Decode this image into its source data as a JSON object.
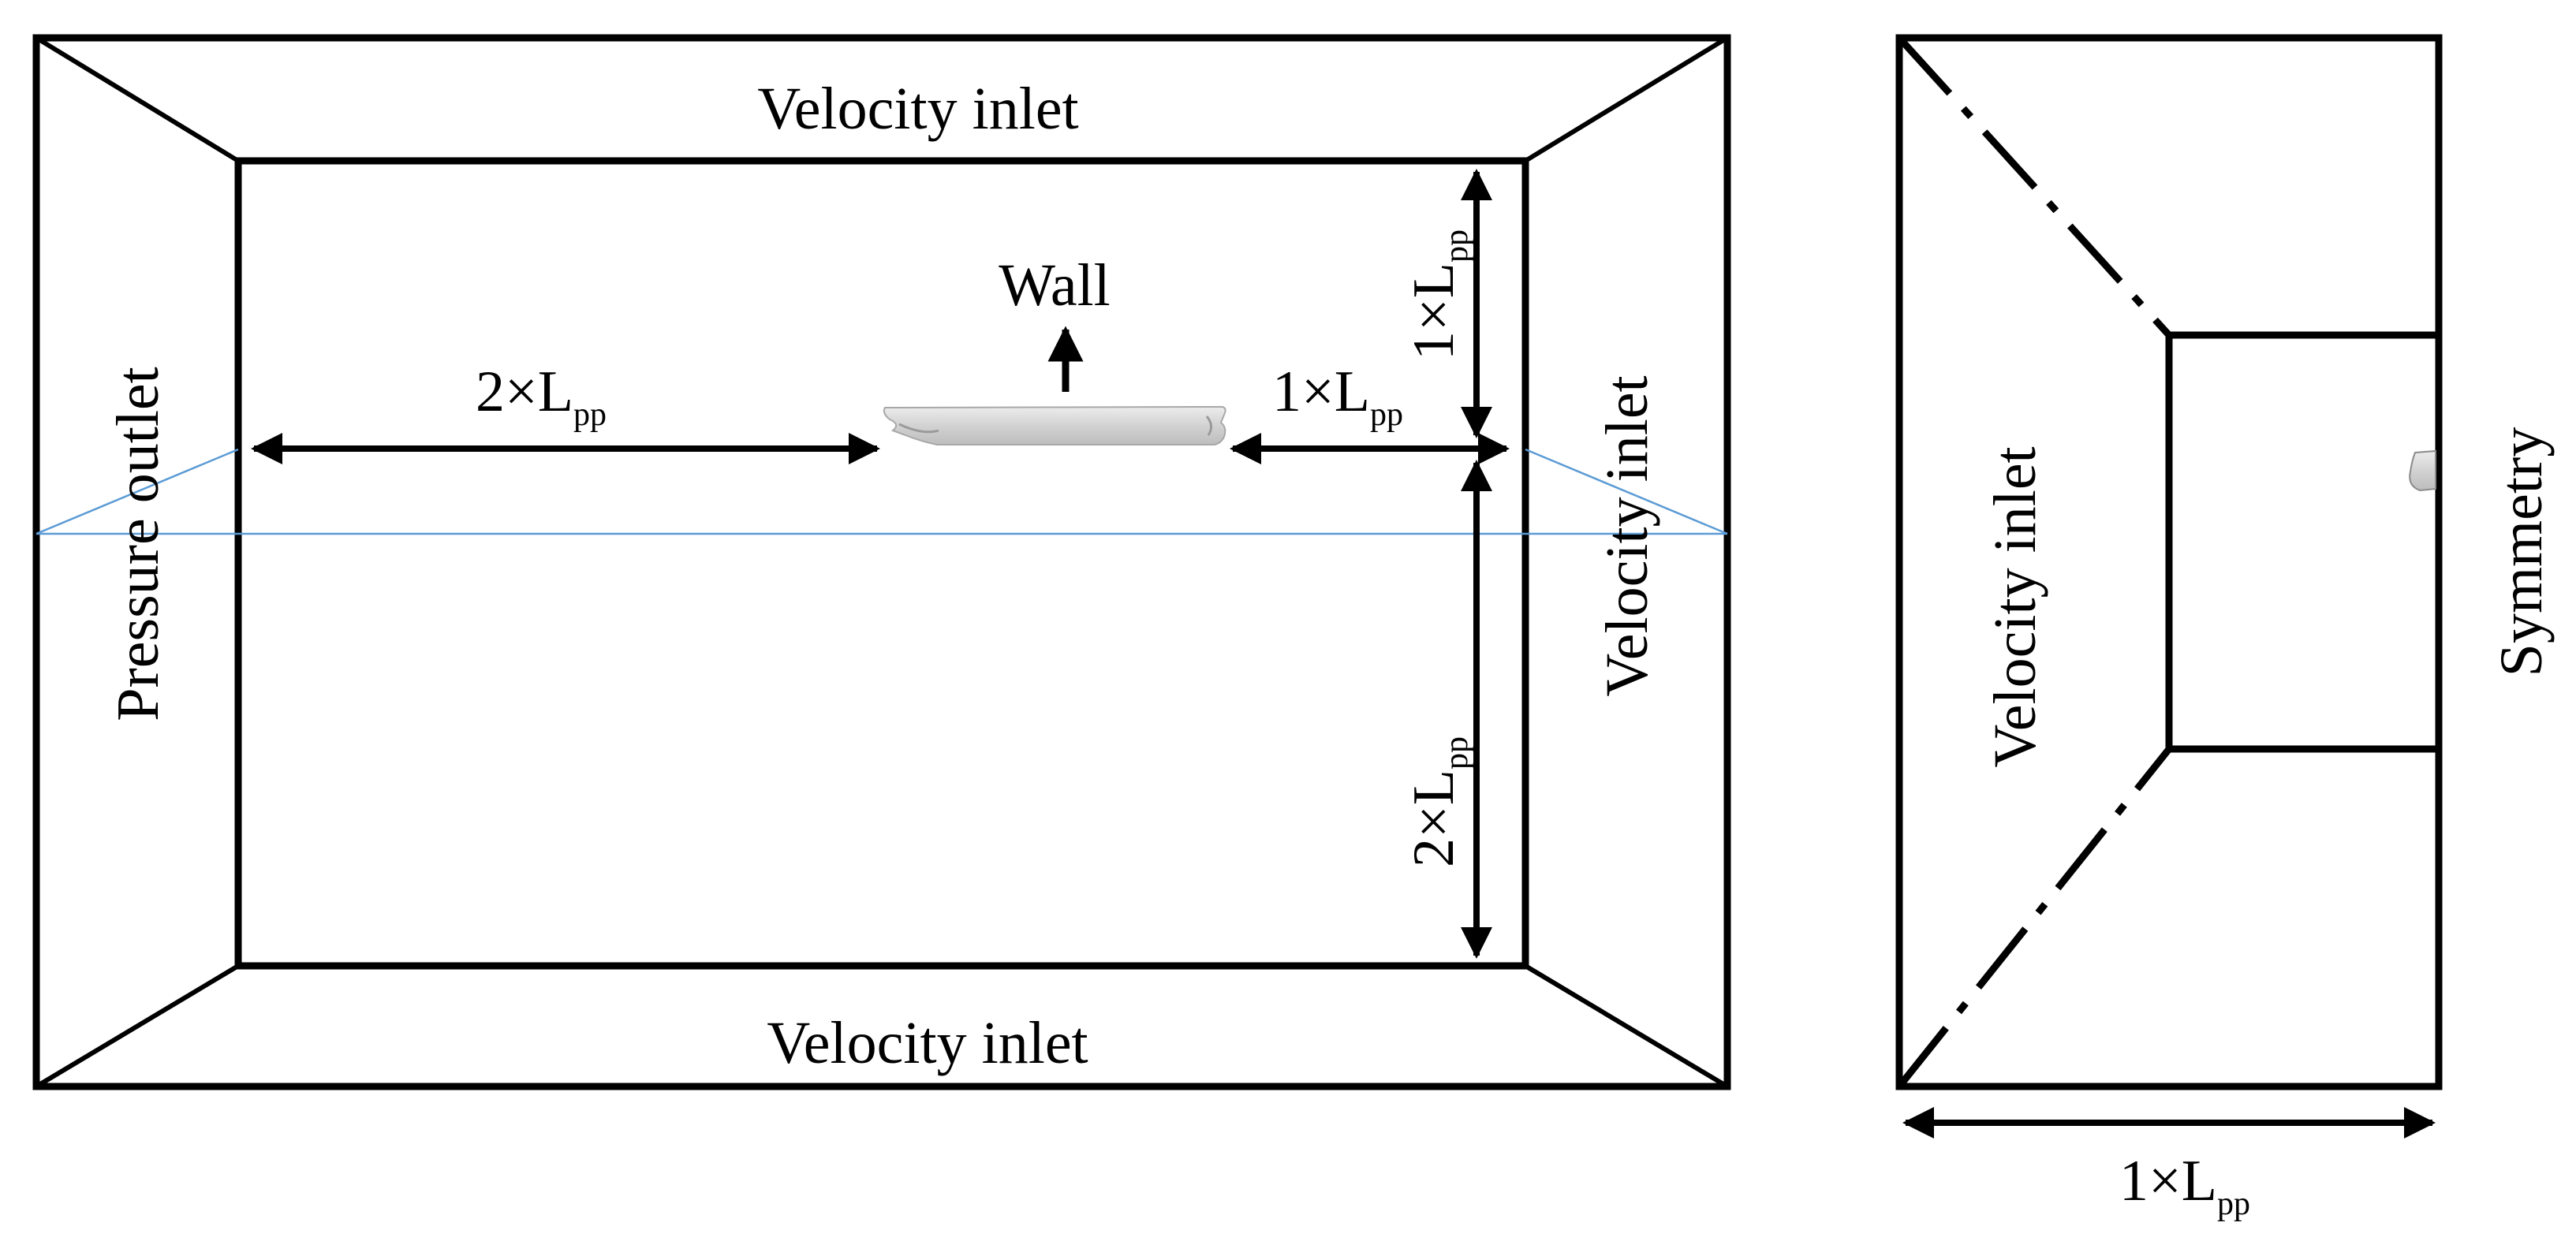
{
  "colors": {
    "line": "#000000",
    "guide": "#5b9bd5",
    "ship": "#d4d4d4"
  },
  "front_view": {
    "top_label": "Velocity inlet",
    "bottom_label": "Velocity inlet",
    "left_label": "Pressure outlet",
    "right_label": "Velocity inlet",
    "wall_label": "Wall",
    "dim_upstream": {
      "prefix": "2×L",
      "sub": "pp"
    },
    "dim_downstream": {
      "prefix": "1×L",
      "sub": "pp"
    },
    "dim_top": {
      "prefix": "1×L",
      "sub": "pp"
    },
    "dim_bottom": {
      "prefix": "2×L",
      "sub": "pp"
    }
  },
  "side_view": {
    "left_label": "Velocity inlet",
    "right_label": "Symmetry",
    "dim_width": {
      "prefix": "1×L",
      "sub": "pp"
    }
  }
}
